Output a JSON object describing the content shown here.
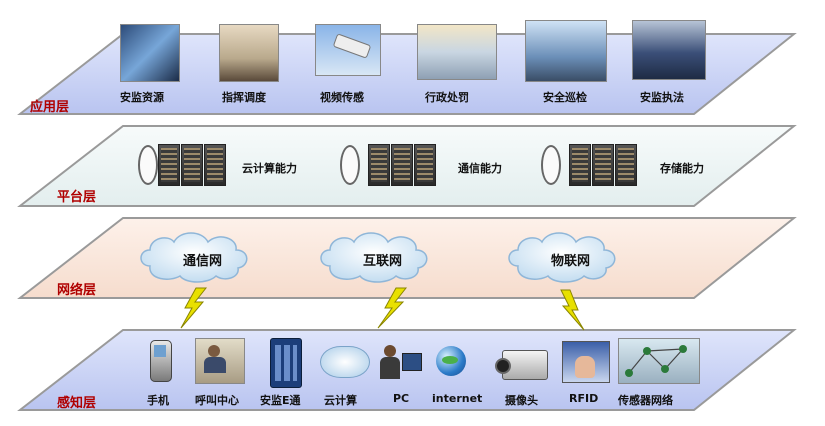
{
  "layers": {
    "application": {
      "label": "应用层",
      "items": [
        {
          "caption": "安监资源",
          "icon": "monitoring-room-photo"
        },
        {
          "caption": "指挥调度",
          "icon": "command-center-photo"
        },
        {
          "caption": "视频传感",
          "icon": "cctv-camera-photo"
        },
        {
          "caption": "行政处罚",
          "icon": "service-hall-photo"
        },
        {
          "caption": "安全巡检",
          "icon": "inspector-photo"
        },
        {
          "caption": "安监执法",
          "icon": "enforcement-officers-photo"
        }
      ]
    },
    "platform": {
      "label": "平台层",
      "items": [
        {
          "caption": "云计算能力",
          "icon": "server-rack-icon"
        },
        {
          "caption": "通信能力",
          "icon": "server-rack-icon"
        },
        {
          "caption": "存储能力",
          "icon": "server-rack-icon"
        }
      ]
    },
    "network": {
      "label": "网络层",
      "items": [
        {
          "caption": "通信网",
          "icon": "cloud-icon"
        },
        {
          "caption": "互联网",
          "icon": "cloud-icon"
        },
        {
          "caption": "物联网",
          "icon": "cloud-icon"
        }
      ]
    },
    "perception": {
      "label": "感知层",
      "items": [
        {
          "caption": "手机",
          "icon": "mobile-phone-icon"
        },
        {
          "caption": "呼叫中心",
          "icon": "call-center-icon"
        },
        {
          "caption": "安监E通",
          "icon": "app-tablet-icon"
        },
        {
          "caption": "云计算",
          "icon": "cloud-computing-icon"
        },
        {
          "caption": "PC",
          "icon": "pc-user-icon"
        },
        {
          "caption": "internet",
          "icon": "globe-monitor-icon"
        },
        {
          "caption": "摄像头",
          "icon": "camera-icon"
        },
        {
          "caption": "RFID",
          "icon": "rfid-hand-icon"
        },
        {
          "caption": "传感器网络",
          "icon": "sensor-network-icon"
        }
      ]
    }
  },
  "colors": {
    "app_band": "#c9d2f5",
    "platform_band": "#eef6f6",
    "network_band": "#fbe7dc",
    "perception_band": "#c9d2f5",
    "band_border": "#9a9a9a",
    "layer_label": "#b00000",
    "lightning": "#e8e000"
  }
}
